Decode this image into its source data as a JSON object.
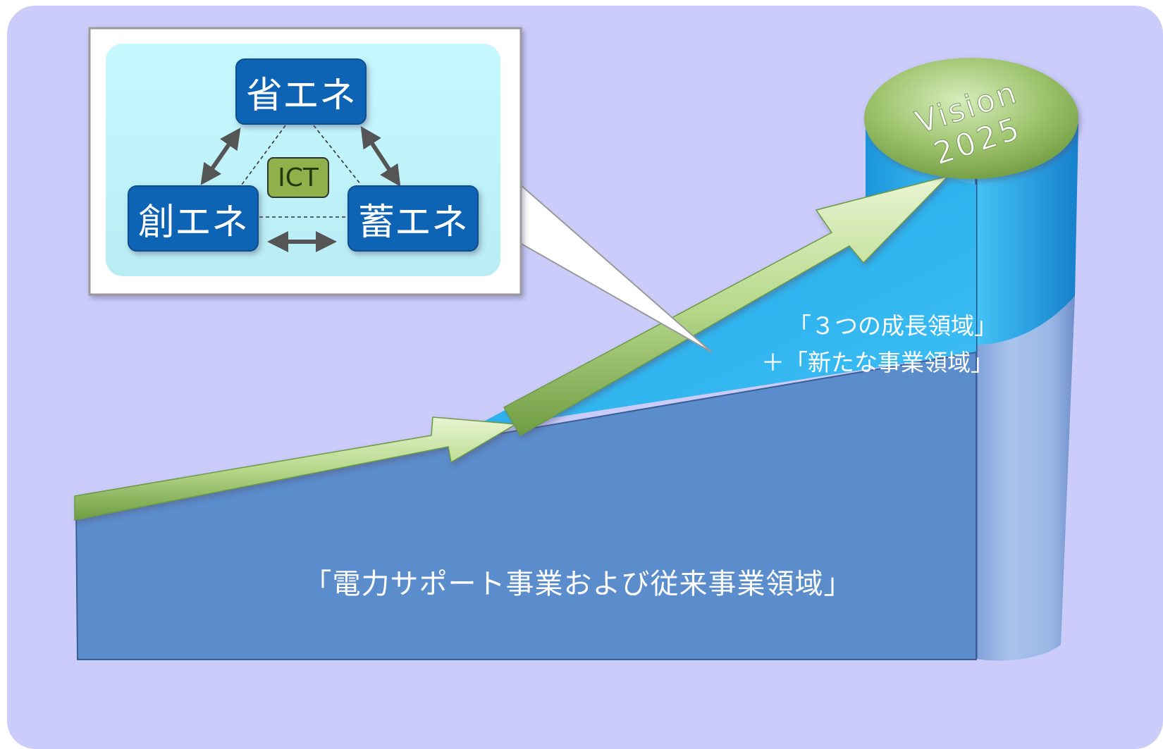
{
  "inset": {
    "nodes": {
      "energy_saving": "省エネ",
      "energy_creation": "創エネ",
      "energy_storage": "蓄エネ",
      "center": "ICT"
    }
  },
  "labels": {
    "base_area": "「電力サポート事業および従来事業領域」",
    "growth_line1": "「３つの成長領域」",
    "growth_line2": "＋「新たな事業領域」"
  },
  "goal": {
    "line1": "Vision",
    "line2": "2025"
  },
  "colors": {
    "background": "#ccccfa",
    "base_blue": "#5b8ccb",
    "growth_cyan": "#27aeea",
    "arrow_green": "#a8cc7c",
    "node_blue": "#0a64b4",
    "ict_green": "#8fb04a",
    "inset_bg": "#c8f8ff"
  }
}
